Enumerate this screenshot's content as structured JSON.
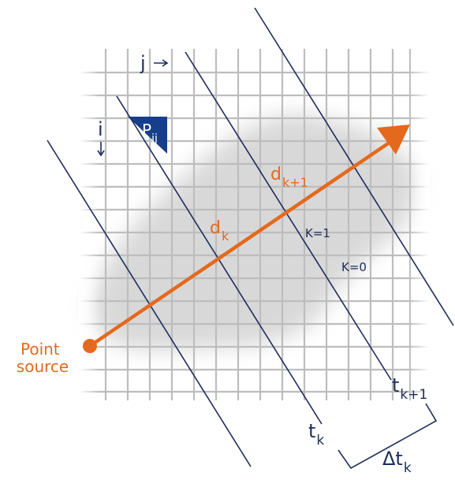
{
  "labels": {
    "j_axis": "j",
    "i_axis": "i",
    "pixel_p": "P",
    "pixel_sub": "ij",
    "d_k_main": "d",
    "d_k_sub": "k",
    "d_k1_main": "d",
    "d_k1_sub": "k+1",
    "k1": "K=1",
    "k0": "K=0",
    "t_k_main": "t",
    "t_k_sub": "k",
    "t_k1_main": "t",
    "t_k1_sub": "k+1",
    "delta_main": "Δt",
    "delta_sub": "k",
    "source_line1": "Point",
    "source_line2": "source"
  },
  "colors": {
    "navy": "#1d2d5b",
    "orange": "#e4691d",
    "grid": "#c4c4c4",
    "blob": "#dcdcdc"
  }
}
